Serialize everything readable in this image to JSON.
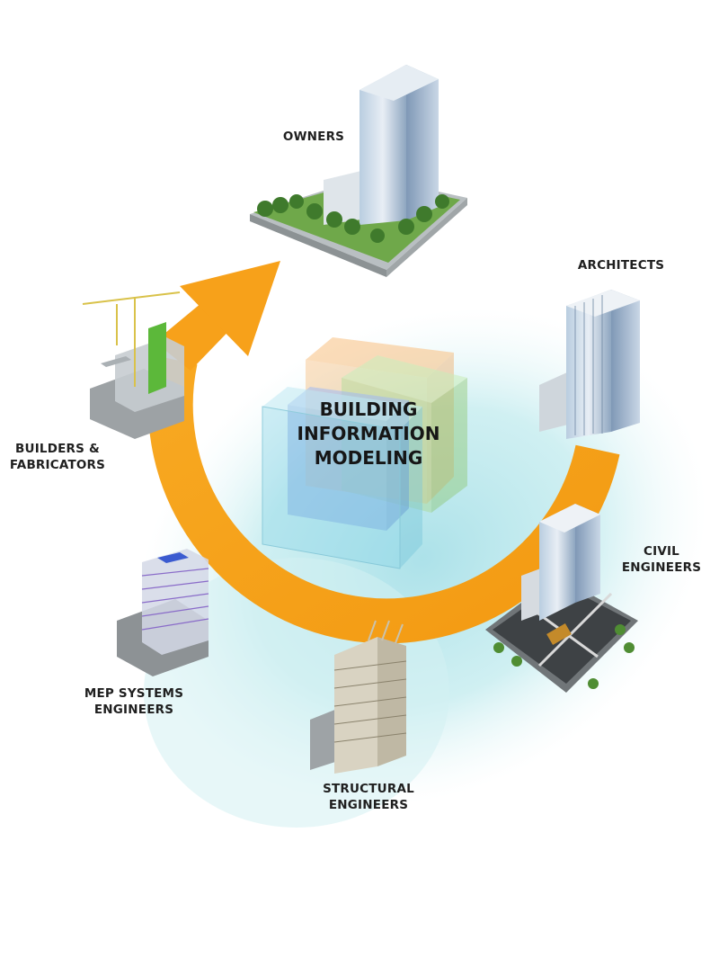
{
  "center": {
    "lines": [
      "BUILDING",
      "INFORMATION",
      "MODELING"
    ]
  },
  "stakeholders": [
    {
      "id": "owners",
      "lines": [
        "OWNERS"
      ]
    },
    {
      "id": "architects",
      "lines": [
        "ARCHITECTS"
      ]
    },
    {
      "id": "civil-engineers",
      "lines": [
        "CIVIL",
        "ENGINEERS"
      ]
    },
    {
      "id": "structural-engineers",
      "lines": [
        "STRUCTURAL",
        "ENGINEERS"
      ]
    },
    {
      "id": "mep-systems-engineers",
      "lines": [
        "MEP SYSTEMS",
        "ENGINEERS"
      ]
    },
    {
      "id": "builders-fabricators",
      "lines": [
        "BUILDERS &",
        "FABRICATORS"
      ]
    }
  ],
  "colors": {
    "cycle_arrow": "#f7a11a",
    "glow": "#b7e6ea",
    "cube_orange": "#f6b46a",
    "cube_green": "#a9d88a",
    "cube_blue": "#6f8fe0",
    "cube_cyan": "#86d3e6"
  }
}
